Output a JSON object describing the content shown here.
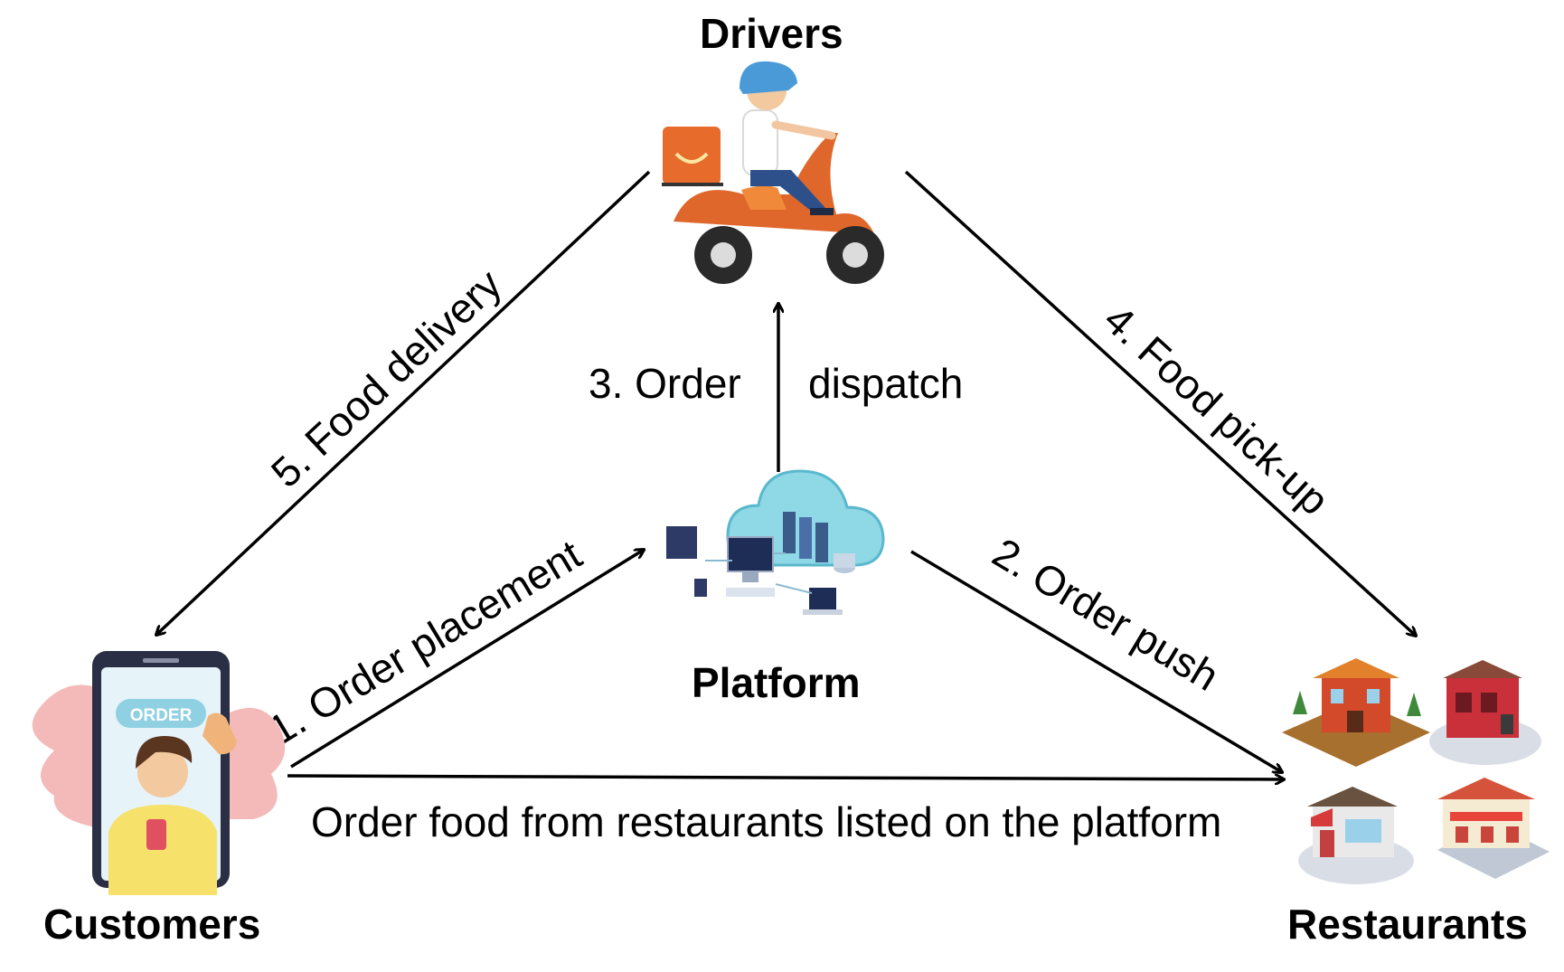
{
  "nodes": {
    "drivers": "Drivers",
    "platform": "Platform",
    "customers": "Customers",
    "restaurants": "Restaurants"
  },
  "steps": {
    "order_placement": "1. Order placement",
    "order_push": "2. Order push",
    "order_dispatch_a": "3. Order",
    "order_dispatch_b": "dispatch",
    "food_pickup": "4. Food pick-up",
    "food_delivery": "5. Food delivery"
  },
  "bottom_caption": "Order food from restaurants listed on the platform",
  "phone_button": "ORDER",
  "icons": {
    "drivers": "scooter-rider-icon",
    "platform": "cloud-server-icon",
    "customers": "phone-customer-icon",
    "restaurants": "restaurant-buildings-icon"
  },
  "colors": {
    "arrow": "#000000",
    "scooter": "#e0672b",
    "cloud": "#7fd3e0",
    "phone": "#2b2f45",
    "shirt": "#f6e26a",
    "blob": "#f4b9b9"
  }
}
